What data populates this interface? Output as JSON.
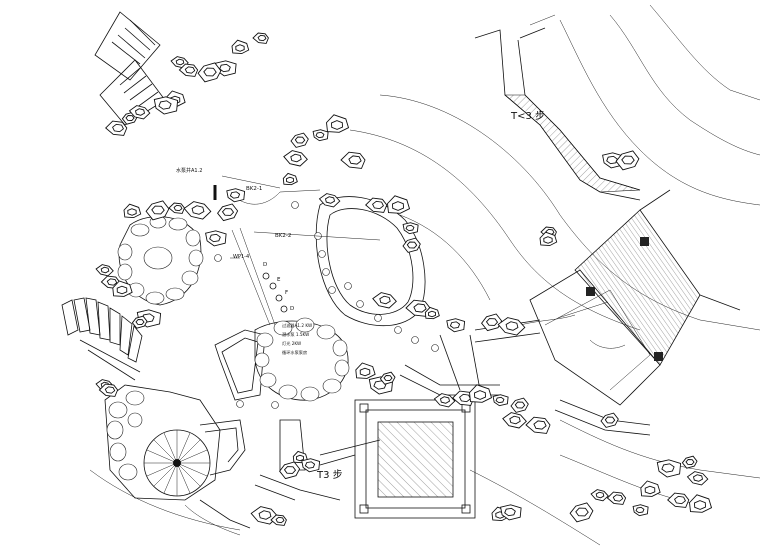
{
  "labels": {
    "top_right_area": "T<3 步",
    "bottom_area": "T3 步",
    "pump_label": "水泵井A1.2",
    "bk2_1": "BK2-1",
    "bk2_2": "BK2-2",
    "wp": "WP1-4",
    "pt_d1": "D",
    "pt_e": "E",
    "pt_f": "F",
    "pt_d2": "D",
    "note_lines": [
      "过滤器A1.2 KW",
      "潜水泵 1.5KW",
      "灯光 2KW",
      "循环水泵泵房"
    ]
  }
}
